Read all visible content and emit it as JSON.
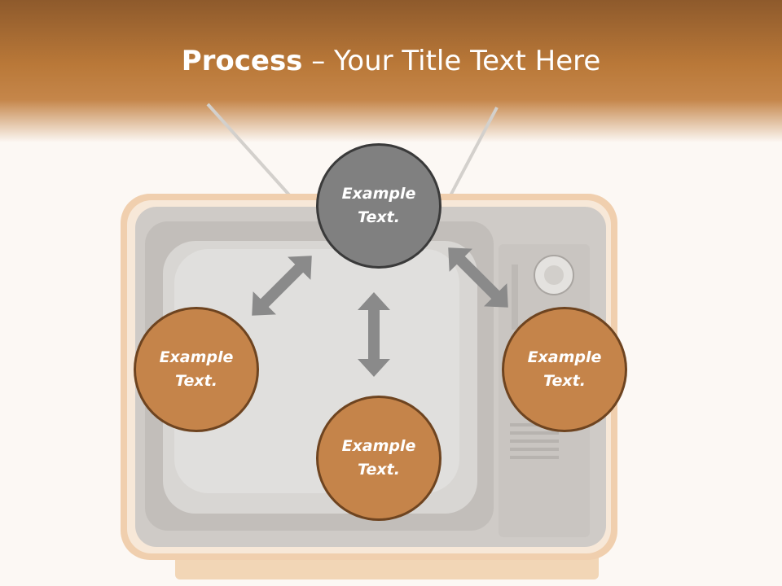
{
  "title": {
    "bold": "Process",
    "rest": " – Your Title Text Here"
  },
  "nodes": {
    "top": "Example Text.",
    "left": "Example Text.",
    "right": "Example Text.",
    "bottom": "Example Text."
  },
  "colors": {
    "header": "#b97838",
    "node_orange": "#c5844a",
    "node_gray": "#808080",
    "arrow": "#8a8a8a"
  }
}
